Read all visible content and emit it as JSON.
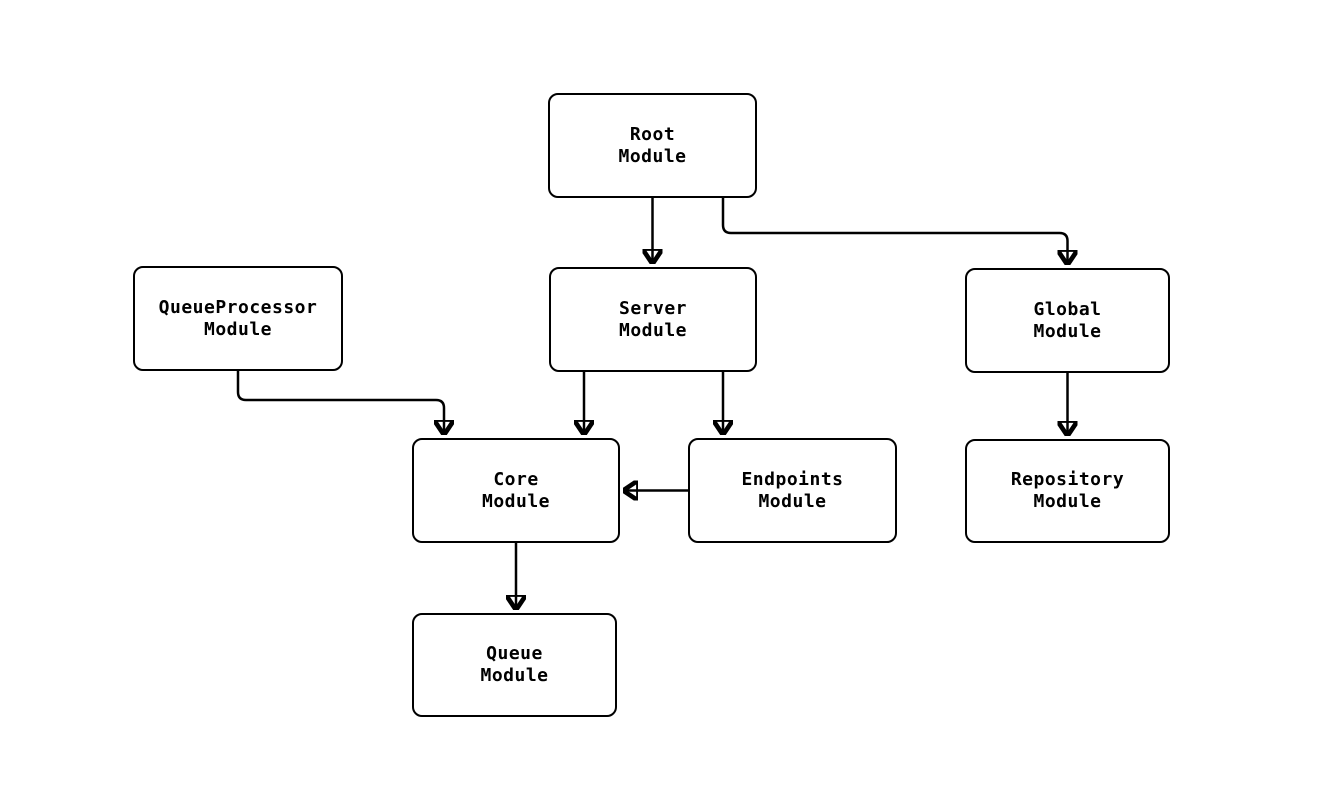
{
  "diagram": {
    "colors": {
      "background": "#ffffff",
      "node_fill": "#ffffff",
      "node_border": "#000000",
      "edge": "#000000",
      "text": "#000000"
    },
    "nodes": {
      "root": {
        "label": "Root\nModule"
      },
      "queueproc": {
        "label": "QueueProcessor\nModule"
      },
      "server": {
        "label": "Server\nModule"
      },
      "global": {
        "label": "Global\nModule"
      },
      "core": {
        "label": "Core\nModule"
      },
      "endpoints": {
        "label": "Endpoints\nModule"
      },
      "repository": {
        "label": "Repository\nModule"
      },
      "queue": {
        "label": "Queue\nModule"
      }
    },
    "edges": [
      {
        "from": "Root Module",
        "to": "Server Module"
      },
      {
        "from": "Root Module",
        "to": "Global Module"
      },
      {
        "from": "QueueProcessor Module",
        "to": "Core Module"
      },
      {
        "from": "Server Module",
        "to": "Core Module"
      },
      {
        "from": "Server Module",
        "to": "Endpoints Module"
      },
      {
        "from": "Endpoints Module",
        "to": "Core Module"
      },
      {
        "from": "Global Module",
        "to": "Repository Module"
      },
      {
        "from": "Core Module",
        "to": "Queue Module"
      }
    ]
  }
}
